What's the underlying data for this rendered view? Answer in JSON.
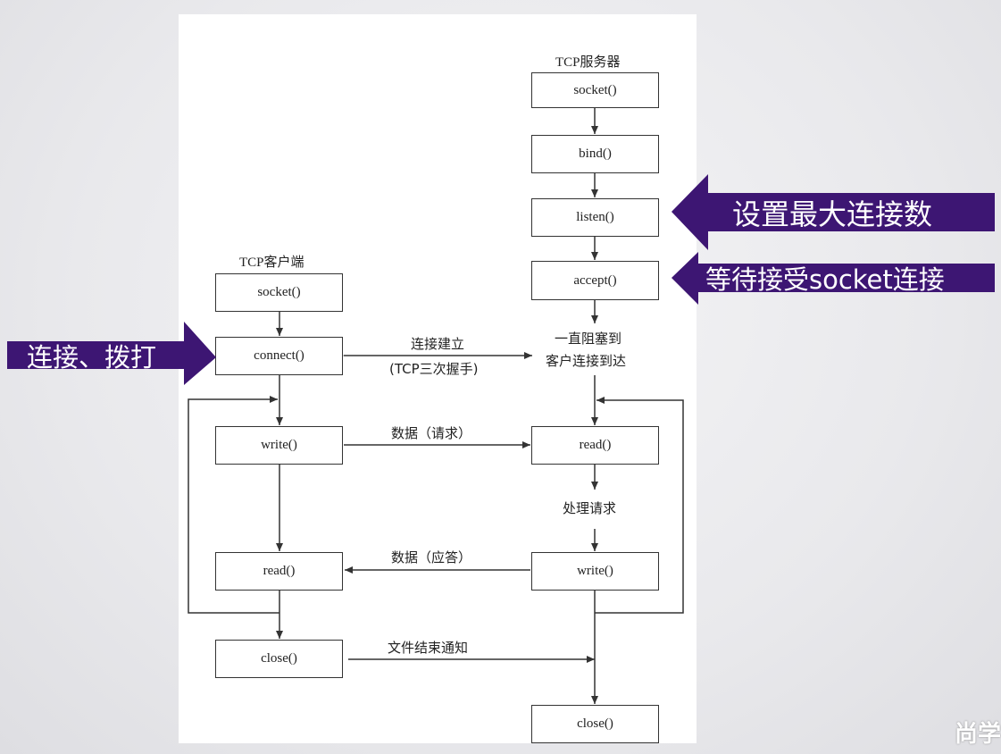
{
  "server": {
    "title": "TCP服务器",
    "steps": {
      "socket": "socket()",
      "bind": "bind()",
      "listen": "listen()",
      "accept": "accept()",
      "read": "read()",
      "write": "write()",
      "close": "close()"
    },
    "block_wait": [
      "一直阻塞到",
      "客户连接到达"
    ],
    "process": "处理请求"
  },
  "client": {
    "title": "TCP客户端",
    "steps": {
      "socket": "socket()",
      "connect": "connect()",
      "write": "write()",
      "read": "read()",
      "close": "close()"
    }
  },
  "messages": {
    "connect_line1": "连接建立",
    "connect_line2": "(TCP三次握手)",
    "request": "数据（请求）",
    "response": "数据（应答）",
    "eof": "文件结束通知"
  },
  "callouts": {
    "listen": "设置最大连接数",
    "accept": "等待接受socket连接",
    "connect": "连接、拨打"
  },
  "watermark": "尚学",
  "colors": {
    "callout_fill": "#3d1673",
    "line": "#333333"
  }
}
